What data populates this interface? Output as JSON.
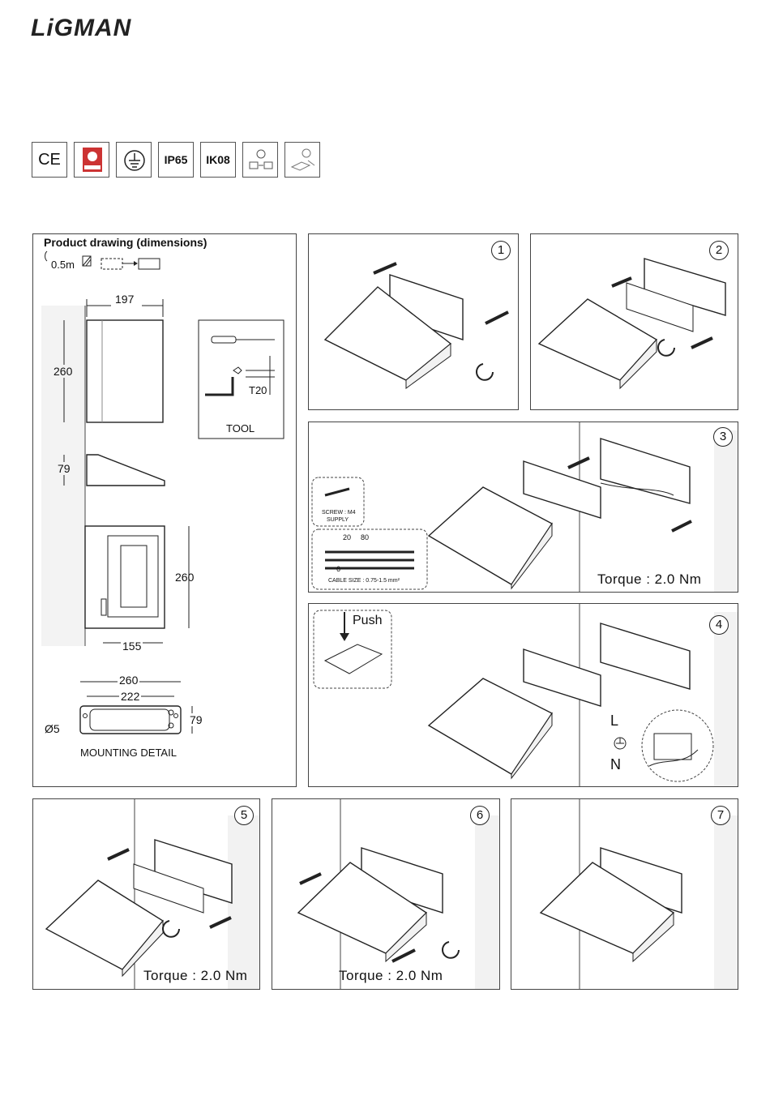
{
  "brand": {
    "logo_text": "LiGMAN"
  },
  "certifications": [
    {
      "icon": "ce-mark-icon",
      "label": "CE"
    },
    {
      "icon": "safety-certificate-icon",
      "label": ""
    },
    {
      "icon": "earth-ground-icon",
      "label": ""
    },
    {
      "icon": "ip-rating-icon",
      "label": "IP65"
    },
    {
      "icon": "ik-rating-icon",
      "label": "IK08"
    },
    {
      "icon": "voltage-icon",
      "label": ""
    },
    {
      "icon": "remote-driver-icon",
      "label": ""
    }
  ],
  "product_drawing": {
    "title": "Product drawing (dimensions)",
    "distance_note": "0.5m",
    "dims": {
      "width_top": "197",
      "height_side": "260",
      "depth": "79",
      "height_front": "260",
      "width_front": "155",
      "mount_width": "260",
      "mount_hole_spacing": "222",
      "mount_depth": "79",
      "hole_diameter": "Ø5"
    },
    "tool_label": "TOOL",
    "tool_bit": "T20",
    "mounting_label": "MOUNTING DETAIL"
  },
  "steps": [
    {
      "number": "1"
    },
    {
      "number": "2"
    },
    {
      "number": "3",
      "torque": "Torque : 2.0 Nm",
      "screw_label": "SCREW : M4",
      "screw_sub": "SUPPLY",
      "strip_a": "20",
      "strip_b": "80",
      "strip_c": "6",
      "cable_size": "CABLE SIZE : 0.75-1.5 mm²"
    },
    {
      "number": "4",
      "push_label": "Push",
      "line_label": "L",
      "neutral_label": "N"
    },
    {
      "number": "5",
      "torque": "Torque : 2.0 Nm"
    },
    {
      "number": "6",
      "torque": "Torque : 2.0 Nm"
    },
    {
      "number": "7"
    }
  ]
}
